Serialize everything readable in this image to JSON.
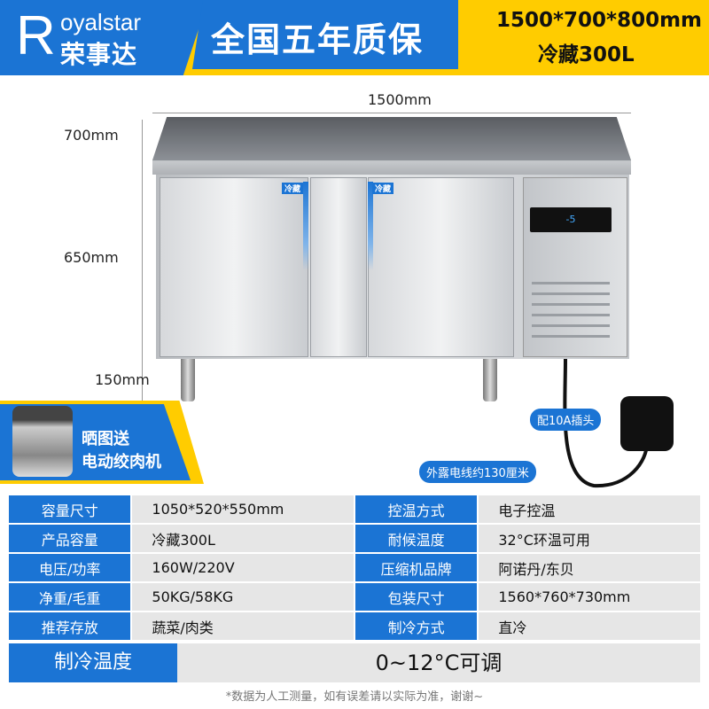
{
  "header": {
    "logo_letter": "R",
    "logo_en": "oyalstar",
    "logo_cn": "荣事达",
    "slogan": "全国五年质保",
    "size": "1500*700*800mm",
    "spec": "冷藏300L"
  },
  "dimensions": {
    "width": "1500mm",
    "depth": "700mm",
    "body_height": "650mm",
    "leg_height": "150mm"
  },
  "fridge": {
    "door_tag_left": "冷藏",
    "door_tag_right": "冷藏",
    "display": "-5"
  },
  "plug": {
    "label": "配10A插头",
    "cable": "外露电线约130厘米"
  },
  "gift": {
    "line1": "晒图送",
    "line2": "电动绞肉机"
  },
  "specs": [
    {
      "l1": "容量尺寸",
      "v1": "1050*520*550mm",
      "l2": "控温方式",
      "v2": "电子控温"
    },
    {
      "l1": "产品容量",
      "v1": "冷藏300L",
      "l2": "耐候温度",
      "v2": "32°C环温可用"
    },
    {
      "l1": "电压/功率",
      "v1": "160W/220V",
      "l2": "压缩机品牌",
      "v2": "阿诺丹/东贝"
    },
    {
      "l1": "净重/毛重",
      "v1": "50KG/58KG",
      "l2": "包装尺寸",
      "v2": "1560*760*730mm"
    },
    {
      "l1": "推荐存放",
      "v1": "蔬菜/肉类",
      "l2": "制冷方式",
      "v2": "直冷"
    }
  ],
  "temperature": {
    "label": "制冷温度",
    "value": "0~12°C可调"
  },
  "note": "*数据为人工测量，如有误差请以实际为准，谢谢~"
}
